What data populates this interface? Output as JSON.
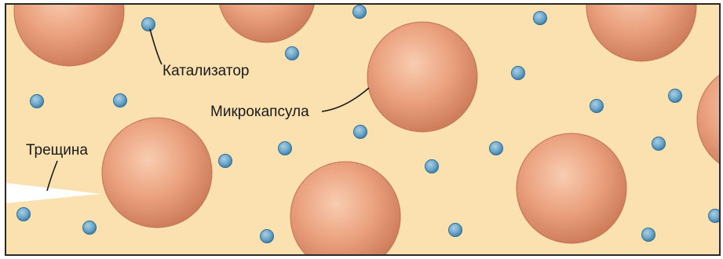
{
  "labels": {
    "catalyst": "Катализатор",
    "microcapsule": "Микрокапсула",
    "crack": "Трещина"
  },
  "colors": {
    "matrix": "#fbe0b0",
    "border": "#2a2a2a",
    "capsule_light": "#f8cdb0",
    "capsule_mid": "#eba27f",
    "capsule_dark": "#cf7e5c",
    "catalyst_light": "#a9cfe4",
    "catalyst_dark": "#3f80a8",
    "crack": "#ffffff",
    "leader": "#1a1a1a"
  }
}
